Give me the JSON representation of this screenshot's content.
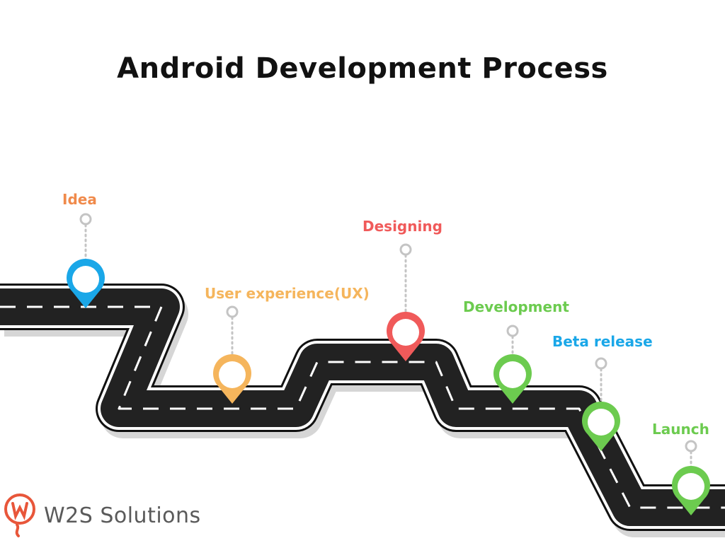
{
  "title": "Android Development Process",
  "steps": [
    {
      "label": "Idea",
      "color": "#F08A4B",
      "pin_color": "#1AA7E8"
    },
    {
      "label": "User experience(UX)",
      "color": "#F5B55C",
      "pin_color": "#F5B55C"
    },
    {
      "label": "Designing",
      "color": "#F05A5A",
      "pin_color": "#F05A5A"
    },
    {
      "label": "Development",
      "color": "#6CCB4F",
      "pin_color": "#6CCB4F"
    },
    {
      "label": "Beta release",
      "color": "#1AA7E8",
      "pin_color": "#6CCB4F"
    },
    {
      "label": "Launch",
      "color": "#6CCB4F",
      "pin_color": "#6CCB4F"
    }
  ],
  "logo": {
    "text": "W2S Solutions",
    "accent": "#E8563A"
  },
  "colors": {
    "road": "#222222",
    "road_edge": "#ffffff",
    "connector": "#c4c4c4"
  }
}
